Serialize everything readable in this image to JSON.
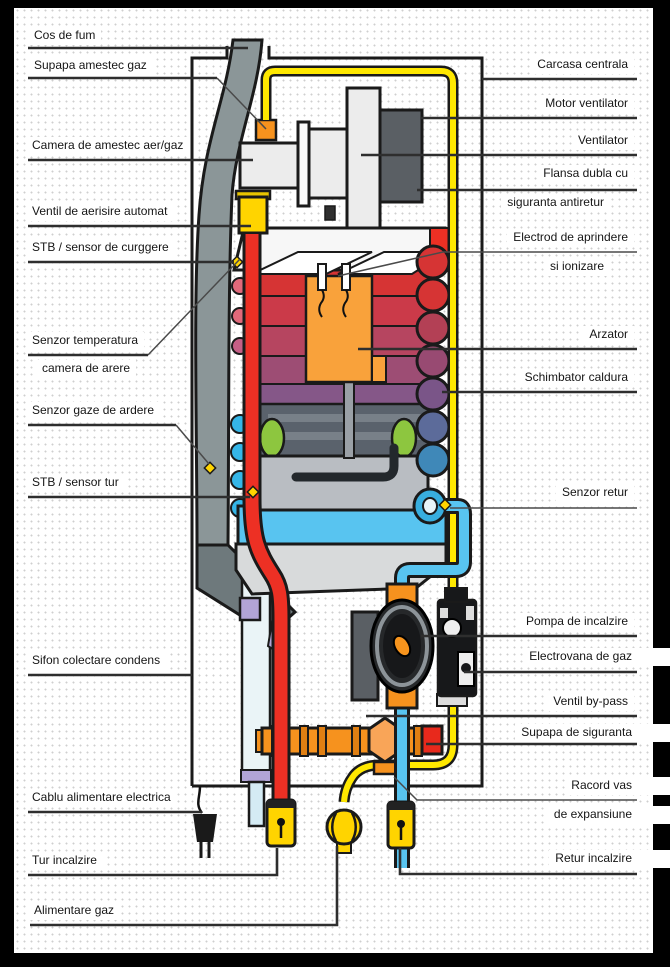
{
  "labels": {
    "left": [
      "Cos de fum",
      "Supapa amestec gaz",
      "Camera de amestec aer/gaz",
      "Ventil de aerisire automat",
      "STB / sensor de curggere",
      "Senzor temperatura",
      "camera de arere",
      "Senzor gaze de ardere",
      "STB / sensor tur",
      "Sifon colectare condens",
      "Cablu alimentare electrica",
      "Tur incalzire",
      "Alimentare gaz"
    ],
    "right": [
      "Carcasa centrala",
      "Motor ventilator",
      "Ventilator",
      "Flansa dubla cu",
      "siguranta antiretur",
      "Electrod de aprindere",
      "si ionizare",
      "Arzator",
      "Schimbator caldura",
      "Senzor retur",
      "Pompa de incalzire",
      "Electrovana de gaz",
      "Ventil by-pass",
      "Supapa de siguranta",
      "Racord vas",
      "de expansiune",
      "Retur incalzire"
    ]
  },
  "colors": {
    "flue": "#8b9698",
    "wedge": "#6e797c",
    "gas": "#ffe800",
    "hot": "#ed3024",
    "cold": "#58c4f0",
    "burner": "#f9a23b",
    "component_yellow": "#ffd400",
    "orange": "#f6921e",
    "green": "#8dc63f",
    "pump": "#26282a",
    "motor": "#5a5f64",
    "panel": "#ececec",
    "baffle": "#5a626c",
    "chamber": "#b9bdc2",
    "pan": "#d8dadb",
    "siphon": "#eaf4f7",
    "purple": "#b2a4d6",
    "red_cap": "#e8291c",
    "ring": "#38aede",
    "hx_bands": [
      "#d63434",
      "#cb3a49",
      "#b64560",
      "#9d4d74",
      "#855788"
    ],
    "coils": [
      "#d63434",
      "#d63434",
      "#b34055",
      "#984a72",
      "#7a5588",
      "#5c6b9a",
      "#3f88b8"
    ]
  }
}
